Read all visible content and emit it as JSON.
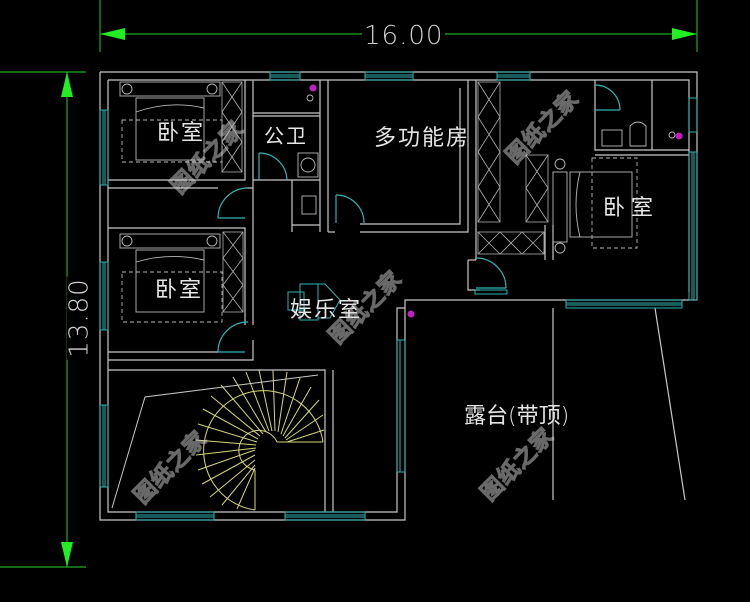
{
  "drawing": {
    "background": "#000000",
    "colors": {
      "wall": "#c8c8c8",
      "window": "#2fb3b3",
      "door_arc": "#2fb3b3",
      "dimension": "#22c022",
      "dimension_arrow": "#22ee22",
      "stair": "#d6d67a",
      "fixture_dot": "#c020c0"
    }
  },
  "dimensions": {
    "width": "16.00",
    "height": "13.80"
  },
  "rooms": {
    "bedroom_top_left": "卧室",
    "public_bath": "公卫",
    "multi_function": "多功能房",
    "bedroom_right": "卧室",
    "bedroom_mid_left": "卧室",
    "entertainment": "娱乐室",
    "terrace": "露台(带顶)"
  },
  "watermarks": [
    "图纸之家",
    "图纸之家",
    "图纸之家",
    "图纸之家",
    "图纸之家"
  ]
}
